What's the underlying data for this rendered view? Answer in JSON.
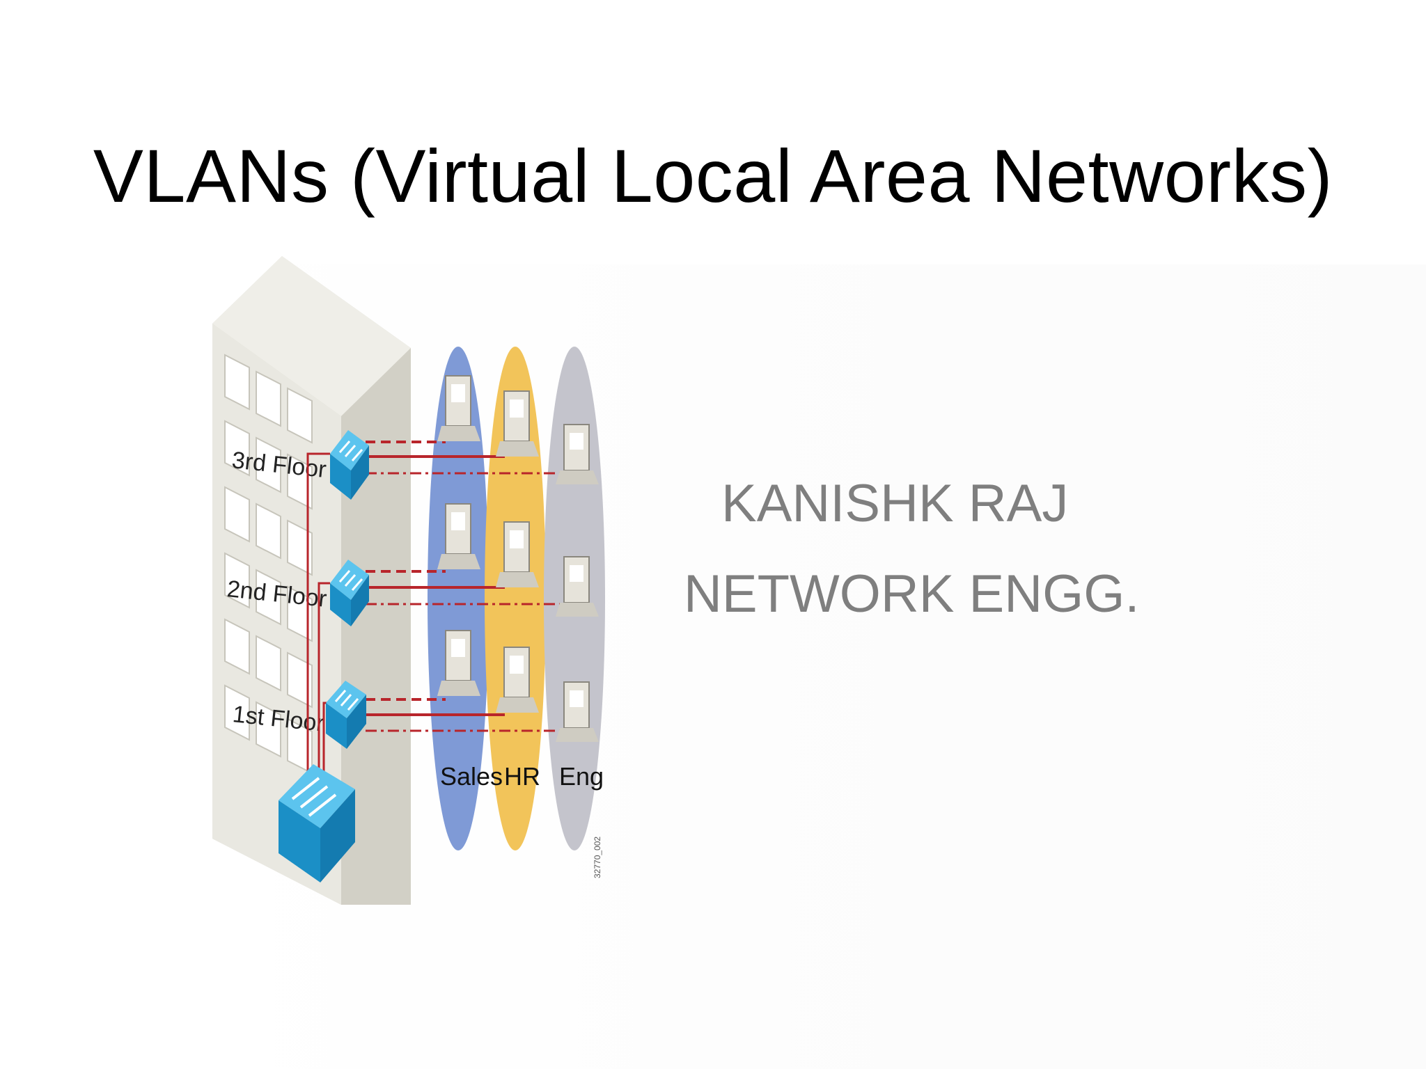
{
  "slide": {
    "title": "VLANs (Virtual Local Area Networks)",
    "subtitle_lines": [
      "KANISHK RAJ",
      "NETWORK ENGG."
    ]
  },
  "diagram": {
    "floors": [
      "3rd Floor",
      "2nd Floor",
      "1st Floor"
    ],
    "vlans": [
      {
        "name": "Sales",
        "color": "#7f9ad6"
      },
      {
        "name": "HR",
        "color": "#f2c45a"
      },
      {
        "name": "Eng",
        "color": "#c4c4cc"
      }
    ],
    "figure_code": "32770_002",
    "colors": {
      "switch": "#2aa4dc",
      "link": "#b8252b",
      "building": "#e9e8e1",
      "text": "#7f7f7f"
    },
    "icons": [
      "switch-icon",
      "computer-icon",
      "building-icon"
    ]
  }
}
